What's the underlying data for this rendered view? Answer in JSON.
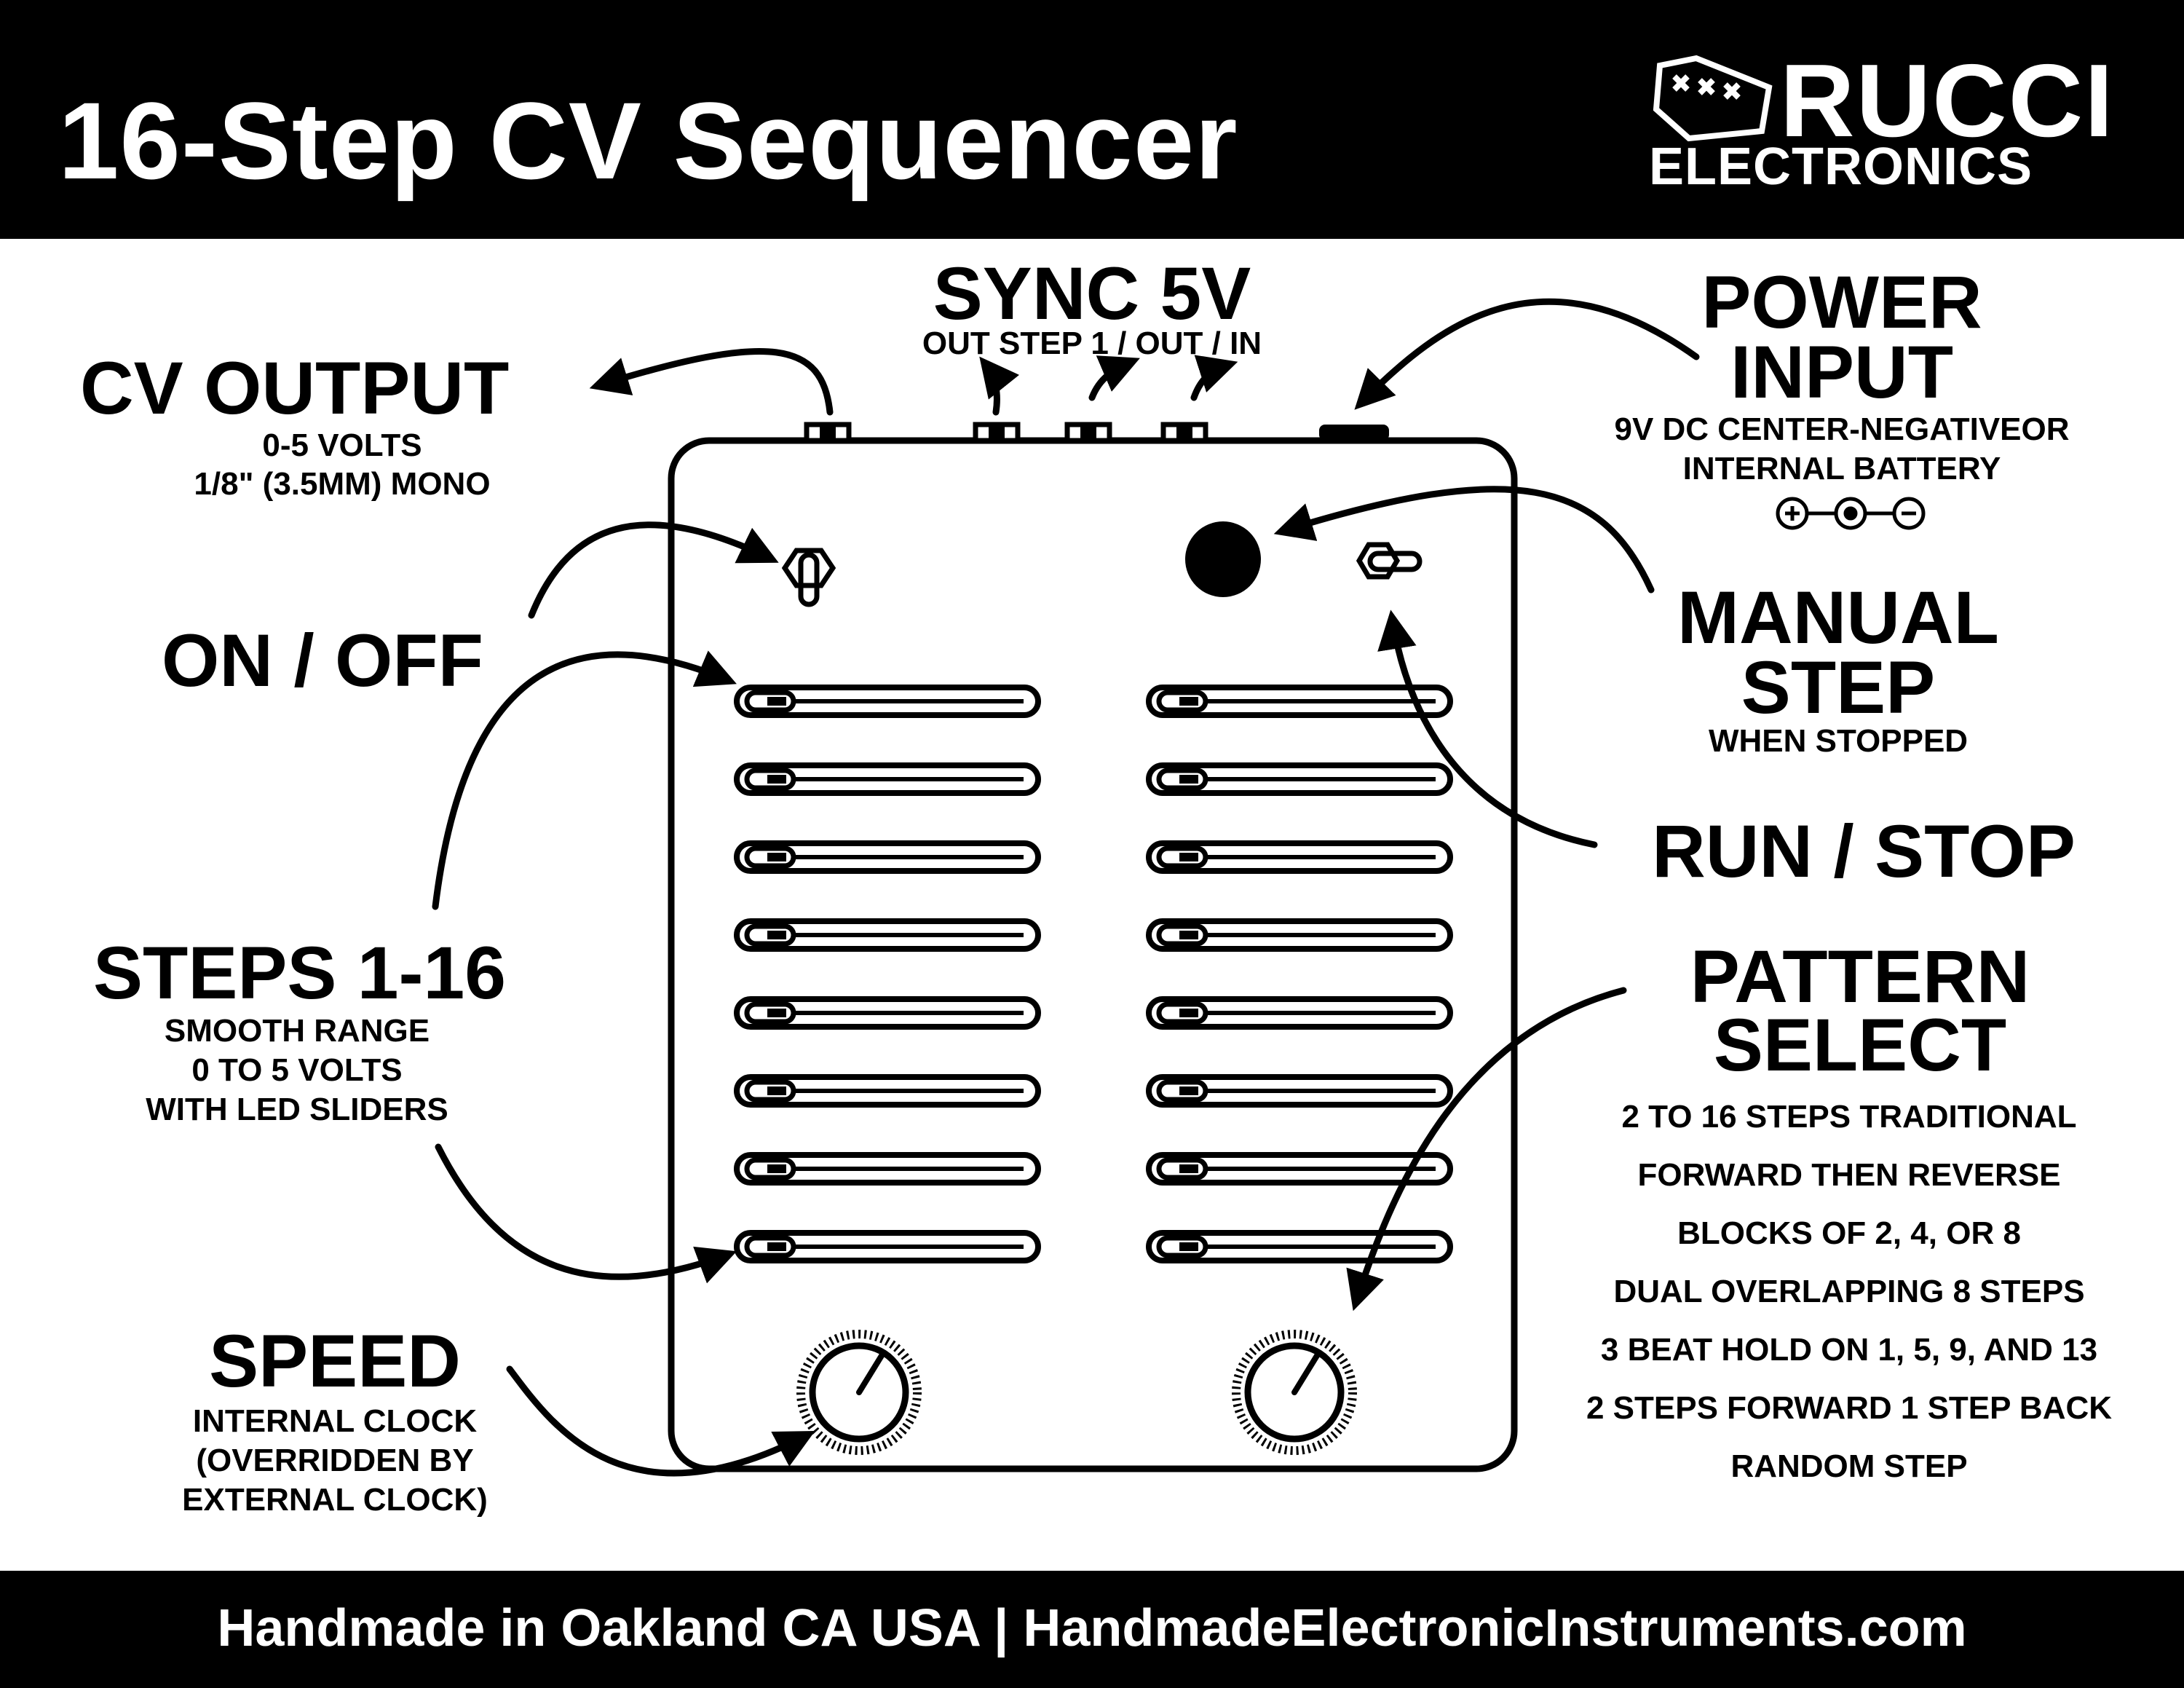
{
  "header": {
    "title": "16-Step CV Sequencer",
    "brand_top": "RUCCI",
    "brand_bottom": "ELECTRONICS"
  },
  "labels": {
    "cv_output": {
      "title": "CV OUTPUT",
      "line1": "0-5 VOLTS",
      "line2": "1/8\" (3.5MM) MONO"
    },
    "sync": {
      "title": "SYNC 5V",
      "sub": "OUT STEP 1 / OUT / IN"
    },
    "power": {
      "title1": "POWER",
      "title2": "INPUT",
      "line1": "9V DC CENTER-NEGATIVEOR",
      "line2": "INTERNAL BATTERY"
    },
    "on_off": {
      "title": "ON / OFF"
    },
    "manual_step": {
      "title1": "MANUAL",
      "title2": "STEP",
      "sub": "WHEN STOPPED"
    },
    "run_stop": {
      "title": "RUN / STOP"
    },
    "steps": {
      "title": "STEPS 1-16",
      "line1": "SMOOTH RANGE",
      "line2": "0 TO 5 VOLTS",
      "line3": "WITH LED SLIDERS"
    },
    "pattern": {
      "title1": "PATTERN",
      "title2": "SELECT",
      "items": [
        "2 TO 16 STEPS TRADITIONAL",
        "FORWARD THEN REVERSE",
        "BLOCKS OF 2, 4, OR 8",
        "DUAL OVERLAPPING 8 STEPS",
        "3 BEAT HOLD ON  1, 5, 9, AND 13",
        "2 STEPS FORWARD 1 STEP BACK",
        "RANDOM STEP"
      ]
    },
    "speed": {
      "title": "SPEED",
      "line1": "INTERNAL CLOCK",
      "line2": "(OVERRIDDEN BY",
      "line3": "EXTERNAL CLOCK)"
    }
  },
  "footer": {
    "text": "Handmade in Oakland CA USA | HandmadeElectronicInstruments.com"
  },
  "colors": {
    "background": "#ffffff",
    "ink": "#000000",
    "bar": "#000000",
    "bar_text": "#ffffff"
  }
}
